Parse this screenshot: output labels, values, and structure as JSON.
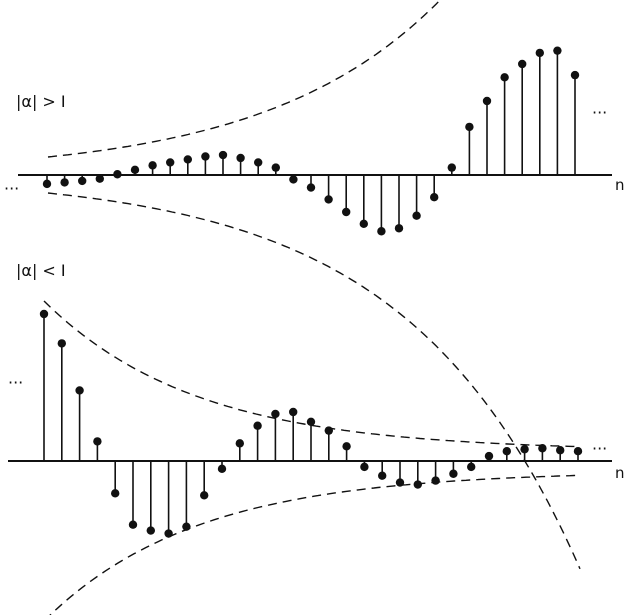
{
  "chart_data": [
    {
      "type": "stem",
      "annotation": "|α| > I",
      "axis_label": "n",
      "continuation": "···",
      "values": [
        -0.12,
        -0.1,
        -0.08,
        -0.05,
        0.01,
        0.07,
        0.13,
        0.17,
        0.21,
        0.25,
        0.27,
        0.23,
        0.17,
        0.1,
        -0.06,
        -0.17,
        -0.33,
        -0.5,
        -0.66,
        -0.76,
        -0.72,
        -0.55,
        -0.3,
        0.1,
        0.65,
        1.0,
        1.32,
        1.5,
        1.65,
        1.68,
        1.35
      ],
      "envelope": "exponential growth",
      "ylim": [
        -1.2,
        2.0
      ],
      "colors": {
        "stem": "#111111",
        "envelope": "#111111"
      }
    },
    {
      "type": "stem",
      "annotation": "|α| < I",
      "axis_label": "n",
      "continuation": "···",
      "values": [
        1.5,
        1.2,
        0.72,
        0.2,
        -0.33,
        -0.65,
        -0.71,
        -0.74,
        -0.67,
        -0.35,
        -0.08,
        0.18,
        0.36,
        0.48,
        0.5,
        0.4,
        0.31,
        0.15,
        -0.06,
        -0.15,
        -0.22,
        -0.24,
        -0.2,
        -0.13,
        -0.06,
        0.05,
        0.1,
        0.12,
        0.13,
        0.11,
        0.1
      ],
      "envelope": "exponential decay",
      "ylim": [
        -1.2,
        1.7
      ],
      "colors": {
        "stem": "#111111",
        "envelope": "#111111"
      }
    }
  ]
}
